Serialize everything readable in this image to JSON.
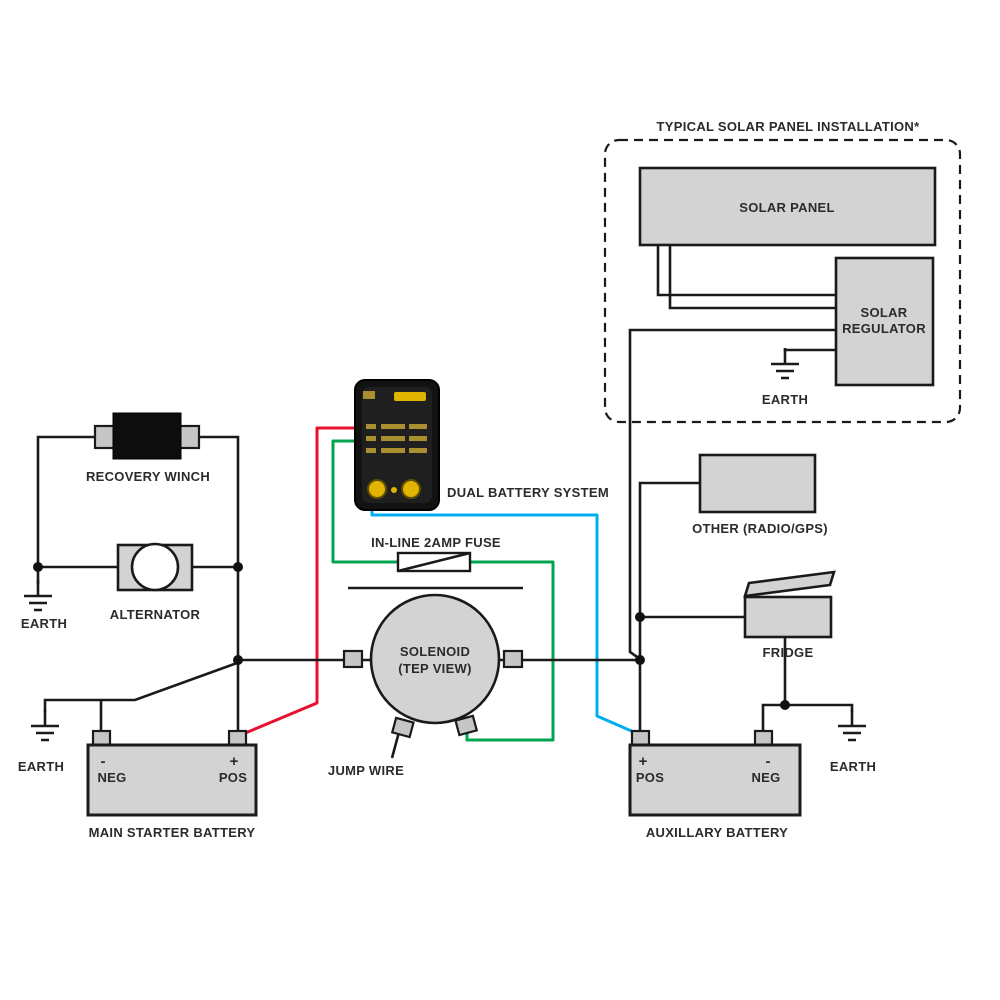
{
  "colors": {
    "wire_red": "#e8112d",
    "wire_green": "#00a550",
    "wire_blue": "#00aeef",
    "box_fill": "#d3d3d3",
    "device_body": "#121212",
    "device_accent": "#e0b400"
  },
  "solar": {
    "title": "TYPICAL SOLAR PANEL INSTALLATION*",
    "panel_label": "SOLAR PANEL",
    "regulator_label_line1": "SOLAR",
    "regulator_label_line2": "REGULATOR",
    "earth_label": "EARTH"
  },
  "winch": {
    "label": "RECOVERY WINCH"
  },
  "alternator": {
    "label": "ALTERNATOR",
    "earth_label": "EARTH"
  },
  "device": {
    "label": "DUAL BATTERY SYSTEM"
  },
  "fuse": {
    "label": "IN-LINE 2AMP FUSE"
  },
  "solenoid": {
    "label_line1": "SOLENOID",
    "label_line2": "(TEP VIEW)"
  },
  "jump_wire": {
    "label": "JUMP WIRE"
  },
  "other": {
    "label": "OTHER (RADIO/GPS)"
  },
  "fridge": {
    "label": "FRIDGE"
  },
  "main_battery": {
    "label": "MAIN STARTER BATTERY",
    "neg_sign": "-",
    "neg_label": "NEG",
    "pos_sign": "+",
    "pos_label": "POS",
    "earth_label": "EARTH"
  },
  "aux_battery": {
    "label": "AUXILLARY BATTERY",
    "pos_sign": "+",
    "pos_label": "POS",
    "neg_sign": "-",
    "neg_label": "NEG",
    "earth_label": "EARTH"
  }
}
